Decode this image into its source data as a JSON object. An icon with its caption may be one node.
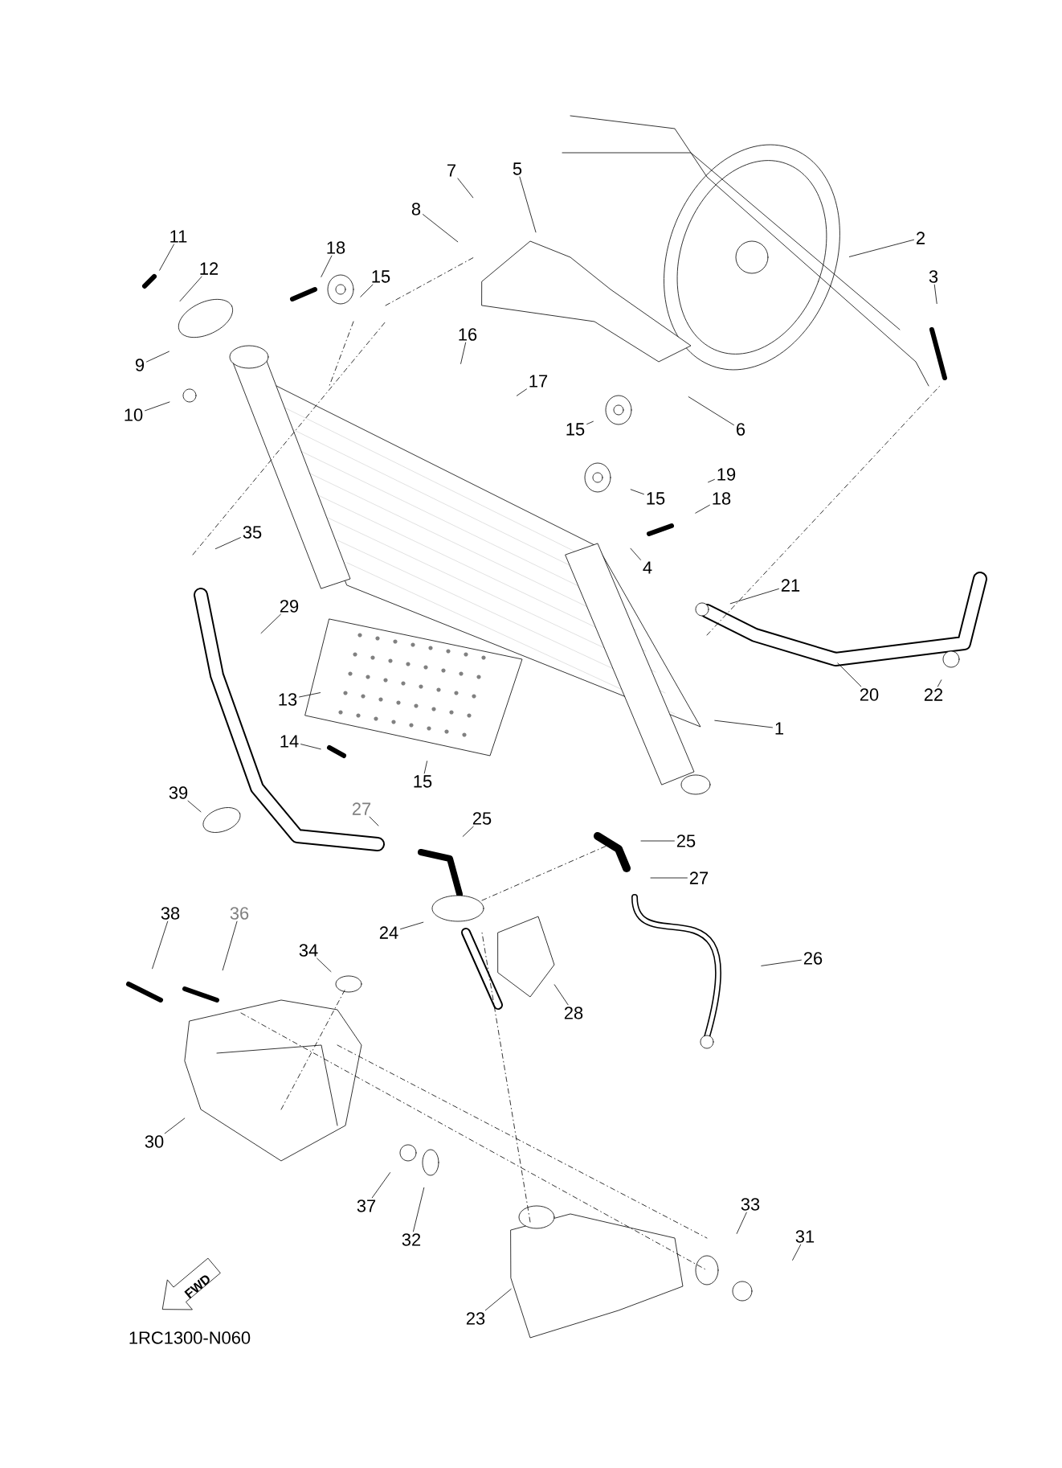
{
  "diagram": {
    "nodes": [
      {
        "text": [
          "1"
        ]
      },
      {
        "text": [
          "2"
        ]
      },
      {
        "text": [
          "3"
        ]
      },
      {
        "text": [
          "4"
        ]
      },
      {
        "text": [
          "5"
        ]
      },
      {
        "text": [
          "6"
        ]
      },
      {
        "text": [
          "7"
        ]
      },
      {
        "text": [
          "8"
        ]
      },
      {
        "text": [
          "9"
        ]
      },
      {
        "text": [
          "10"
        ]
      },
      {
        "text": [
          "11"
        ]
      },
      {
        "text": [
          "12"
        ]
      },
      {
        "text": [
          "13"
        ]
      },
      {
        "text": [
          "14"
        ]
      },
      {
        "text": [
          "15"
        ]
      },
      {
        "text": [
          "15"
        ]
      },
      {
        "text": [
          "15"
        ]
      },
      {
        "text": [
          "15"
        ]
      },
      {
        "text": [
          "16"
        ]
      },
      {
        "text": [
          "17"
        ]
      },
      {
        "text": [
          "18"
        ]
      },
      {
        "text": [
          "18"
        ]
      },
      {
        "text": [
          "19"
        ]
      },
      {
        "text": [
          "20"
        ]
      },
      {
        "text": [
          "21"
        ]
      },
      {
        "text": [
          "22"
        ]
      },
      {
        "text": [
          "23"
        ]
      },
      {
        "text": [
          "24"
        ]
      },
      {
        "text": [
          "25"
        ]
      },
      {
        "text": [
          "25"
        ]
      },
      {
        "text": [
          "26"
        ]
      },
      {
        "text": [
          "27"
        ]
      },
      {
        "text": [
          "27"
        ]
      },
      {
        "text": [
          "28"
        ]
      },
      {
        "text": [
          "29"
        ]
      },
      {
        "text": [
          "30"
        ]
      },
      {
        "text": [
          "31"
        ]
      },
      {
        "text": [
          "32"
        ]
      },
      {
        "text": [
          "33"
        ]
      },
      {
        "text": [
          "34"
        ]
      },
      {
        "text": [
          "35"
        ]
      },
      {
        "text": [
          "36"
        ]
      },
      {
        "text": [
          "37"
        ]
      },
      {
        "text": [
          "38"
        ]
      },
      {
        "text": [
          "39"
        ]
      }
    ],
    "edges": [
      {
        "from": 0,
        "to": null,
        "arrow": "none"
      },
      {
        "from": 1,
        "to": null,
        "arrow": "none"
      },
      {
        "from": 2,
        "to": null,
        "arrow": "none"
      },
      {
        "from": 3,
        "to": null,
        "arrow": "none"
      },
      {
        "from": 4,
        "to": null,
        "arrow": "none"
      },
      {
        "from": 5,
        "to": null,
        "arrow": "none"
      },
      {
        "from": 6,
        "to": null,
        "arrow": "none"
      },
      {
        "from": 7,
        "to": null,
        "arrow": "none"
      },
      {
        "from": 8,
        "to": null,
        "arrow": "none"
      },
      {
        "from": 9,
        "to": null,
        "arrow": "none"
      },
      {
        "from": 10,
        "to": null,
        "arrow": "none"
      },
      {
        "from": 11,
        "to": null,
        "arrow": "none"
      },
      {
        "from": 12,
        "to": null,
        "arrow": "none"
      },
      {
        "from": 13,
        "to": null,
        "arrow": "none"
      },
      {
        "from": 14,
        "to": null,
        "arrow": "none"
      },
      {
        "from": 15,
        "to": null,
        "arrow": "none"
      },
      {
        "from": 16,
        "to": null,
        "arrow": "none"
      },
      {
        "from": 17,
        "to": null,
        "arrow": "none"
      },
      {
        "from": 18,
        "to": null,
        "arrow": "none"
      },
      {
        "from": 19,
        "to": null,
        "arrow": "none"
      },
      {
        "from": 20,
        "to": null,
        "arrow": "none"
      },
      {
        "from": 21,
        "to": null,
        "arrow": "none"
      },
      {
        "from": 22,
        "to": null,
        "arrow": "none"
      },
      {
        "from": 23,
        "to": null,
        "arrow": "none"
      },
      {
        "from": 24,
        "to": null,
        "arrow": "none"
      },
      {
        "from": 25,
        "to": null,
        "arrow": "none"
      },
      {
        "from": 26,
        "to": null,
        "arrow": "none"
      },
      {
        "from": 27,
        "to": null,
        "arrow": "none"
      },
      {
        "from": 28,
        "to": null,
        "arrow": "none"
      },
      {
        "from": 29,
        "to": null,
        "arrow": "none"
      },
      {
        "from": 30,
        "to": null,
        "arrow": "none"
      },
      {
        "from": 31,
        "to": null,
        "arrow": "none"
      },
      {
        "from": 32,
        "to": null,
        "arrow": "none"
      },
      {
        "from": 33,
        "to": null,
        "arrow": "none"
      },
      {
        "from": 34,
        "to": null,
        "arrow": "none"
      },
      {
        "from": 35,
        "to": null,
        "arrow": "none"
      },
      {
        "from": 36,
        "to": null,
        "arrow": "none"
      },
      {
        "from": 37,
        "to": null,
        "arrow": "none"
      },
      {
        "from": 38,
        "to": null,
        "arrow": "none"
      },
      {
        "from": 39,
        "to": null,
        "arrow": "none"
      },
      {
        "from": 40,
        "to": null,
        "arrow": "none"
      },
      {
        "from": 41,
        "to": null,
        "arrow": "none"
      },
      {
        "from": 42,
        "to": null,
        "arrow": "none"
      },
      {
        "from": 43,
        "to": null,
        "arrow": "none"
      },
      {
        "from": 44,
        "to": null,
        "arrow": "none"
      }
    ],
    "labels": [
      "FWD",
      "1RC1300-N060"
    ]
  }
}
